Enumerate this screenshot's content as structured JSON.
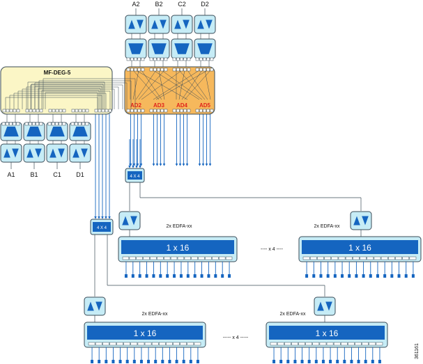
{
  "top_ports": [
    "A2",
    "B2",
    "C2",
    "D2"
  ],
  "left_ports": [
    "A1",
    "B1",
    "C1",
    "D1"
  ],
  "mf_title": "MF-DEG-5",
  "ad_labels": [
    "AD2",
    "AD3",
    "AD4",
    "AD5"
  ],
  "matrix_label": "4 X 4",
  "edfa_label": "2x EDFA-xx",
  "splitter_label": "1 x 16",
  "repeat_label": "---- x 4 ----",
  "repeat_label_bottom": "----- x 4 -----",
  "figure_id": "361161",
  "colors": {
    "box_fill": "#c6ecf6",
    "box_stroke": "#3a4b57",
    "blue": "#1565c0",
    "orange": "#f6b85c",
    "yellow": "#fbf6c6",
    "red_text": "#e0241b"
  }
}
